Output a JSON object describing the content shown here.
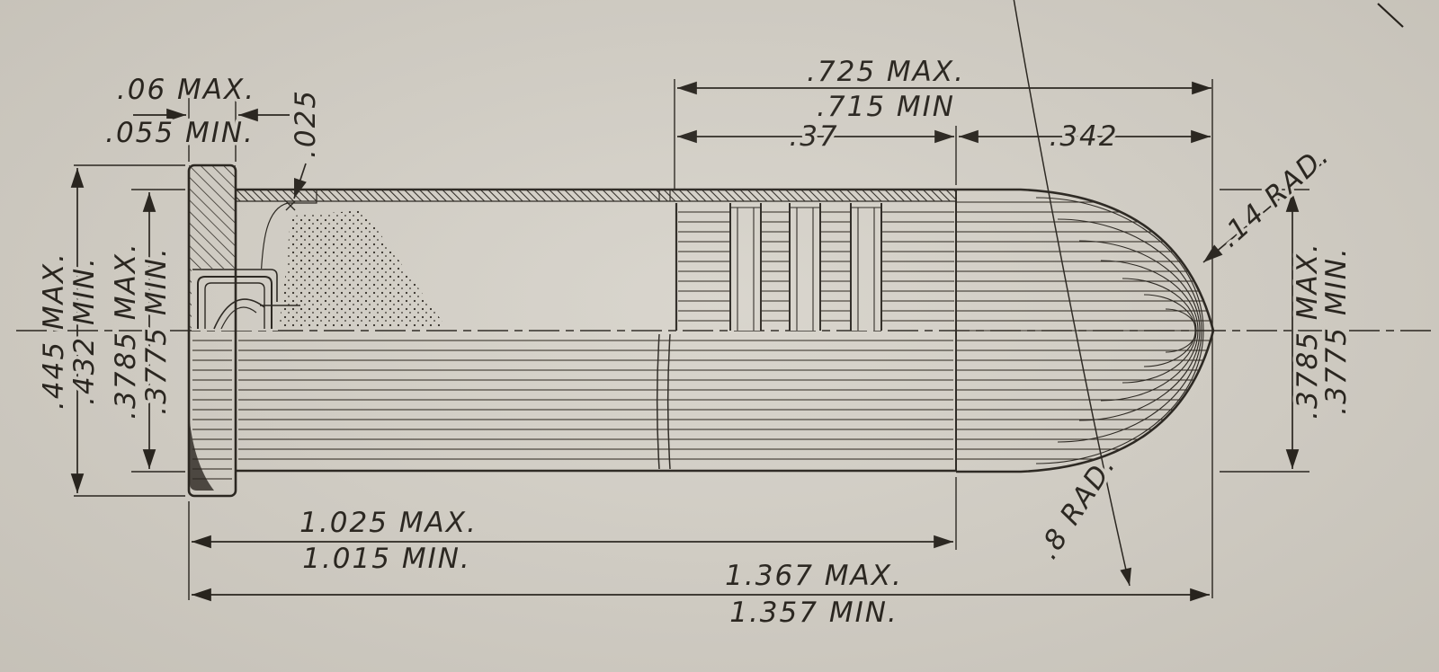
{
  "meta": {
    "kind": "ordnance technical drawing",
    "subject": "rimmed revolver cartridge, longitudinal section (top half) and exterior view (bottom half) with dimension callouts"
  },
  "colors": {
    "paper": "#d5d1c8",
    "ink": "#201c16"
  },
  "dims": {
    "rim_thickness": {
      "max": ".06 MAX.",
      "min": ".055 MIN."
    },
    "head_step": ".025",
    "bullet_length": {
      "max": ".725 MAX.",
      "min": ".715 MIN"
    },
    "seating": ".37",
    "nose_length": ".342",
    "rim_diameter": {
      "max": ".445 MAX.",
      "min": ".432 MIN."
    },
    "case_diameter": {
      "max": ".3785 MAX.",
      "min": ".3775 MIN."
    },
    "bullet_diameter": {
      "max": ".3785 MAX.",
      "min": ".3775 MIN."
    },
    "nose_radius": ".14 RAD.",
    "ogive_radius": ".8 RAD.",
    "case_length": {
      "max": "1.025 MAX.",
      "min": "1.015 MIN."
    },
    "overall_length": {
      "max": "1.367 MAX.",
      "min": "1.357 MIN."
    }
  }
}
